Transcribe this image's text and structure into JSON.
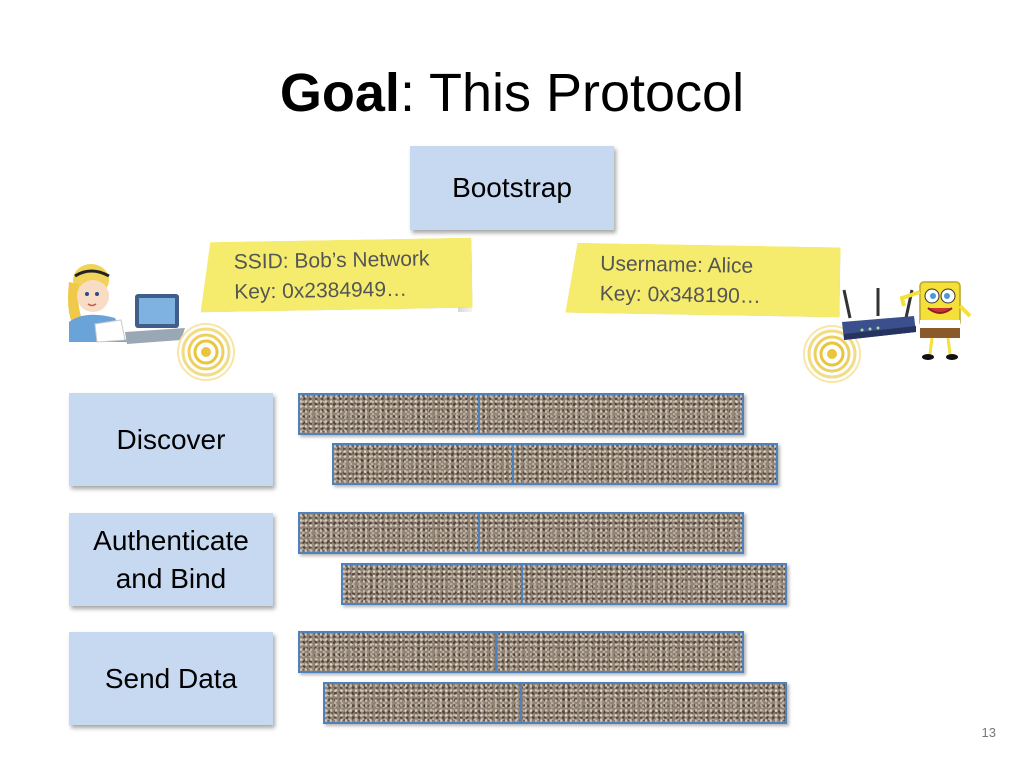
{
  "slide": {
    "title_bold": "Goal",
    "title_rest": ": This Protocol",
    "bootstrap_label": "Bootstrap",
    "note_left": {
      "line1": "SSID: Bob’s Network",
      "line2": "Key: 0x2384949…"
    },
    "note_right": {
      "line1": "Username: Alice",
      "line2": "Key: 0x348190…"
    },
    "phases": [
      {
        "label": "Discover"
      },
      {
        "label": "Authenticate and Bind"
      },
      {
        "label": "Send Data"
      }
    ],
    "page_number": "13",
    "colors": {
      "box_fill": "#c6d9f1",
      "note_fill": "#f5ec6e",
      "packet_border": "#4f81bd",
      "signal": "#e8c53a"
    },
    "icons": [
      "alice-with-laptop-icon",
      "wifi-signal-icon",
      "wireless-router-icon",
      "spongebob-figure-icon"
    ]
  }
}
